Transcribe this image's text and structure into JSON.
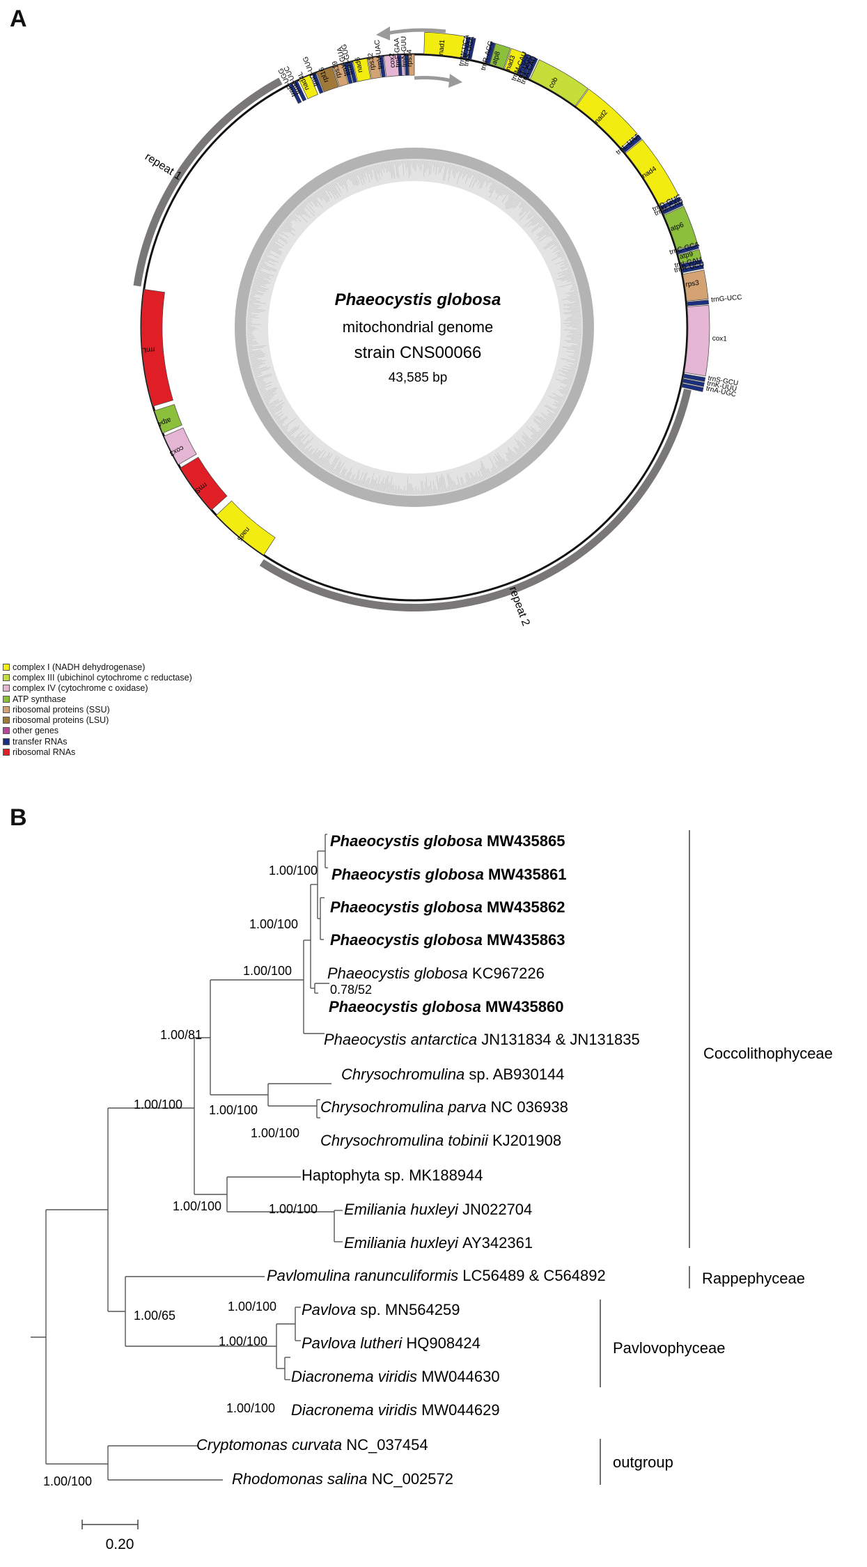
{
  "panels": {
    "a": "A",
    "b": "B"
  },
  "genome_map": {
    "title_species": "Phaeocystis globosa",
    "title_line2": "mitochondrial genome",
    "title_line3": "strain CNS00066",
    "size": "43,585 bp",
    "colors": {
      "complex_I": "#f2ec10",
      "complex_III": "#c5de3a",
      "complex_IV": "#e4b6d4",
      "atp": "#8cc03c",
      "rps": "#d4a373",
      "rpl": "#a07838",
      "other": "#b4489a",
      "trna": "#1c2f7e",
      "rrna": "#e01e26",
      "repeat": "#7a7779",
      "gc_dark": "#b3b3b3",
      "gc_light": "#e3e3e3"
    },
    "genes_outer": [
      {
        "name": "nad1",
        "cat": "complex_I",
        "start": 2.0,
        "end": 9.8
      },
      {
        "name": "trnW-UCA",
        "cat": "trna",
        "start": 10.2,
        "end": 11.0
      },
      {
        "name": "trnS-UGA",
        "cat": "trna",
        "start": 11.2,
        "end": 12.0
      },
      {
        "name": "trnR-ACG",
        "cat": "trna",
        "start": 15.0,
        "end": 15.9
      },
      {
        "name": "atp8",
        "cat": "atp",
        "start": 16.0,
        "end": 19.0
      },
      {
        "name": "nad3",
        "cat": "complex_I",
        "start": 19.2,
        "end": 22.0
      },
      {
        "name": "trnM-CAU",
        "cat": "trna",
        "start": 22.1,
        "end": 22.9
      },
      {
        "name": "trnT-UGU",
        "cat": "trna",
        "start": 23.0,
        "end": 23.8
      },
      {
        "name": "trnA-CAU",
        "cat": "trna",
        "start": 23.9,
        "end": 24.7
      },
      {
        "name": "cob",
        "cat": "complex_III",
        "start": 25.0,
        "end": 36.0
      },
      {
        "name": "nad2",
        "cat": "complex_I",
        "start": 36.2,
        "end": 49.0
      },
      {
        "name": "trnL-UAA",
        "cat": "trna",
        "start": 49.3,
        "end": 50.3
      },
      {
        "name": "nad4",
        "cat": "complex_I",
        "start": 50.5,
        "end": 63.5
      },
      {
        "name": "trnD-GUC",
        "cat": "trna",
        "start": 63.8,
        "end": 64.6
      },
      {
        "name": "trnM-CAU",
        "cat": "trna",
        "start": 64.8,
        "end": 65.6
      },
      {
        "name": "atp6",
        "cat": "atp",
        "start": 65.8,
        "end": 73.5
      },
      {
        "name": "trnC-GCA",
        "cat": "trna",
        "start": 73.7,
        "end": 74.5
      },
      {
        "name": "atp9",
        "cat": "atp",
        "start": 74.7,
        "end": 76.5
      },
      {
        "name": "trnI-GAU",
        "cat": "trna",
        "start": 76.7,
        "end": 77.5
      },
      {
        "name": "trnR-UCU",
        "cat": "trna",
        "start": 77.7,
        "end": 78.5
      },
      {
        "name": "rps3",
        "cat": "rps",
        "start": 78.8,
        "end": 84.5
      },
      {
        "name": "trnG-UCC",
        "cat": "trna",
        "start": 84.7,
        "end": 85.5
      },
      {
        "name": "cox1",
        "cat": "complex_IV",
        "start": 85.7,
        "end": 99.5
      },
      {
        "name": "trnS-GCU",
        "cat": "trna",
        "start": 99.8,
        "end": 100.6
      },
      {
        "name": "trnK-UUU",
        "cat": "trna",
        "start": 100.8,
        "end": 101.6
      },
      {
        "name": "trnA-UGC",
        "cat": "trna",
        "start": 101.8,
        "end": 102.6
      }
    ],
    "genes_inner": [
      {
        "name": "nad5",
        "cat": "complex_I",
        "start": 213.5,
        "end": 226.5
      },
      {
        "name": "rrnS",
        "cat": "rrna",
        "start": 228.0,
        "end": 239.0
      },
      {
        "name": "cox3",
        "cat": "complex_IV",
        "start": 239.8,
        "end": 246.5
      },
      {
        "name": "atp4",
        "cat": "atp",
        "start": 247.2,
        "end": 252.2
      },
      {
        "name": "rrnL",
        "cat": "rrna",
        "start": 253.2,
        "end": 278.0
      },
      {
        "name": "nad4L",
        "cat": "complex_I",
        "start": 335.0,
        "end": 337.5
      },
      {
        "name": "trnE-UUC",
        "cat": "trna",
        "start": 333.8,
        "end": 334.6
      },
      {
        "name": "trnP-UGG",
        "cat": "trna",
        "start": 332.6,
        "end": 333.4
      },
      {
        "name": "trnQ-UUG",
        "cat": "trna",
        "start": 338.0,
        "end": 338.8
      },
      {
        "name": "rpl16",
        "cat": "rpl",
        "start": 339.0,
        "end": 342.5
      },
      {
        "name": "rps19",
        "cat": "rps",
        "start": 342.7,
        "end": 344.8
      },
      {
        "name": "trnY-GUA",
        "cat": "trna",
        "start": 345.0,
        "end": 345.8
      },
      {
        "name": "trnH-GUG",
        "cat": "trna",
        "start": 346.0,
        "end": 346.8
      },
      {
        "name": "nad6",
        "cat": "complex_I",
        "start": 347.0,
        "end": 350.0
      },
      {
        "name": "rps12",
        "cat": "rps",
        "start": 350.2,
        "end": 352.4
      },
      {
        "name": "trnV-UAC",
        "cat": "trna",
        "start": 352.6,
        "end": 353.4
      },
      {
        "name": "cox2",
        "cat": "complex_IV",
        "start": 353.6,
        "end": 357.8
      },
      {
        "name": "trnN-GUU",
        "cat": "trna",
        "start": 358.0,
        "end": 358.7
      },
      {
        "name": "rps14",
        "cat": "rps",
        "start": 358.8,
        "end": 360.0
      },
      {
        "name": "trnF-GAA",
        "cat": "trna",
        "start": 356.5,
        "end": 357.2
      }
    ],
    "outer_labels": [
      {
        "text": "nad1",
        "angle": 6.0
      },
      {
        "text": "trnW-UCA",
        "angle": 10.6
      },
      {
        "text": "trnS-UGA",
        "angle": 11.6
      },
      {
        "text": "trnR-ACG",
        "angle": 15.4
      },
      {
        "text": "atp8",
        "angle": 17.3
      },
      {
        "text": "nad3",
        "angle": 20.4
      },
      {
        "text": "trnM-CAU",
        "angle": 22.3
      },
      {
        "text": "trnT-UGU",
        "angle": 23.4
      },
      {
        "text": "trnA-CAU",
        "angle": 24.4
      },
      {
        "text": "cob",
        "angle": 30.0
      },
      {
        "text": "nad2",
        "angle": 42.0
      },
      {
        "text": "trnL-UAA",
        "angle": 49.8
      },
      {
        "text": "nad4",
        "angle": 57.0
      },
      {
        "text": "trnD-GUC",
        "angle": 64.2
      },
      {
        "text": "trnM-CAU",
        "angle": 65.2
      },
      {
        "text": "atp6",
        "angle": 69.5
      },
      {
        "text": "trnC-GCA",
        "angle": 74.1
      },
      {
        "text": "atp9",
        "angle": 75.6
      },
      {
        "text": "trnI-GAU",
        "angle": 77.1
      },
      {
        "text": "trnR-UCU",
        "angle": 78.1
      },
      {
        "text": "rps3",
        "angle": 81.5
      },
      {
        "text": "trnG-UCC",
        "angle": 85.1
      },
      {
        "text": "cox1",
        "angle": 92.5
      },
      {
        "text": "trnS-GCU",
        "angle": 100.2
      },
      {
        "text": "trnK-UUU",
        "angle": 101.2
      },
      {
        "text": "trnA-UGC",
        "angle": 102.2
      }
    ],
    "inner_labels": [
      {
        "text": "trnP-UGG",
        "angle": 333.0
      },
      {
        "text": "trnE-UUC",
        "angle": 334.2
      },
      {
        "text": "nad4L",
        "angle": 336.2
      },
      {
        "text": "trnQ-UUG",
        "angle": 338.4
      },
      {
        "text": "rpl16",
        "angle": 340.7
      },
      {
        "text": "rps19",
        "angle": 343.7
      },
      {
        "text": "trnY-GUA",
        "angle": 345.4
      },
      {
        "text": "trnH-GUG",
        "angle": 346.4
      },
      {
        "text": "nad6",
        "angle": 348.5
      },
      {
        "text": "rps12",
        "angle": 351.3
      },
      {
        "text": "trnV-UAC",
        "angle": 353.0
      },
      {
        "text": "cox2",
        "angle": 355.7
      },
      {
        "text": "trnF-GAA",
        "angle": 356.9
      },
      {
        "text": "trnN-GUU",
        "angle": 358.3
      },
      {
        "text": "rps14",
        "angle": 359.4
      },
      {
        "text": "nad5",
        "angle": 220.0
      },
      {
        "text": "rrnS",
        "angle": 233.5
      },
      {
        "text": "cox3",
        "angle": 243.0
      },
      {
        "text": "atp4",
        "angle": 249.7
      },
      {
        "text": "rrnL",
        "angle": 265.6
      }
    ],
    "repeats": [
      {
        "label": "repeat 1",
        "start": 278.5,
        "end": 331.5,
        "label_angle": 302.0
      },
      {
        "label": "repeat 2",
        "start": 102.8,
        "end": 213.0,
        "label_angle": 160.0
      }
    ]
  },
  "legend": [
    {
      "label": "complex I (NADH dehydrogenase)",
      "color": "#f2ec10"
    },
    {
      "label": "complex III (ubichinol cytochrome c reductase)",
      "color": "#c5de3a"
    },
    {
      "label": "complex IV (cytochrome c oxidase)",
      "color": "#e4b6d4"
    },
    {
      "label": "ATP synthase",
      "color": "#8cc03c"
    },
    {
      "label": "ribosomal proteins (SSU)",
      "color": "#d4a373"
    },
    {
      "label": "ribosomal proteins (LSU)",
      "color": "#a07838"
    },
    {
      "label": "other genes",
      "color": "#b4489a"
    },
    {
      "label": "transfer RNAs",
      "color": "#1c2f7e"
    },
    {
      "label": "ribosomal RNAs",
      "color": "#e01e26"
    }
  ],
  "tree": {
    "taxa": [
      {
        "italic": "Phaeocystis globosa",
        "acc": "MW435865",
        "bold": true
      },
      {
        "italic": "Phaeocystis globosa",
        "acc": "MW435861",
        "bold": true
      },
      {
        "italic": "Phaeocystis globosa",
        "acc": "MW435862",
        "bold": true
      },
      {
        "italic": "Phaeocystis globosa",
        "acc": "MW435863",
        "bold": true
      },
      {
        "italic": "Phaeocystis globosa",
        "acc": "KC967226",
        "bold": false
      },
      {
        "italic": "Phaeocystis globosa",
        "acc": "MW435860",
        "bold": true
      },
      {
        "italic": "Phaeocystis antarctica",
        "acc": "JN131834 & JN131835",
        "bold": false
      },
      {
        "italic": "Chrysochromulina",
        "acc": "sp. AB930144",
        "bold": false
      },
      {
        "italic": "Chrysochromulina parva",
        "acc": "NC 036938",
        "bold": false
      },
      {
        "italic": "Chrysochromulina tobinii",
        "acc": "KJ201908",
        "bold": false
      },
      {
        "italic": "",
        "acc": "Haptophyta sp. MK188944",
        "bold": false
      },
      {
        "italic": "Emiliania huxleyi",
        "acc": "JN022704",
        "bold": false
      },
      {
        "italic": "Emiliania huxleyi",
        "acc": "AY342361",
        "bold": false
      },
      {
        "italic": "Pavlomulina ranunculiformis",
        "acc": "LC56489 & C564892",
        "bold": false
      },
      {
        "italic": "Pavlova",
        "acc": "sp. MN564259",
        "bold": false
      },
      {
        "italic": "Pavlova lutheri",
        "acc": "HQ908424",
        "bold": false
      },
      {
        "italic": "Diacronema viridis",
        "acc": "MW044630",
        "bold": false
      },
      {
        "italic": "Diacronema viridis",
        "acc": "MW044629",
        "bold": false
      },
      {
        "italic": "Cryptomonas curvata",
        "acc": "NC_037454",
        "bold": false
      },
      {
        "italic": "Rhodomonas salina",
        "acc": "NC_002572",
        "bold": false
      }
    ],
    "support": [
      "1.00/100",
      "1.00/100",
      "1.00/100",
      "0.78/52",
      "1.00/81",
      "1.00/100",
      "1.00/100",
      "1.00/100",
      "1.00/100",
      "1.00/100",
      "1.00/65",
      "1.00/100",
      "1.00/100",
      "1.00/100",
      "1.00/100"
    ],
    "groups": [
      "Coccolithophyceae",
      "Rappephyceae",
      "Pavlovophyceae",
      "outgroup"
    ],
    "scale": "0.20"
  }
}
